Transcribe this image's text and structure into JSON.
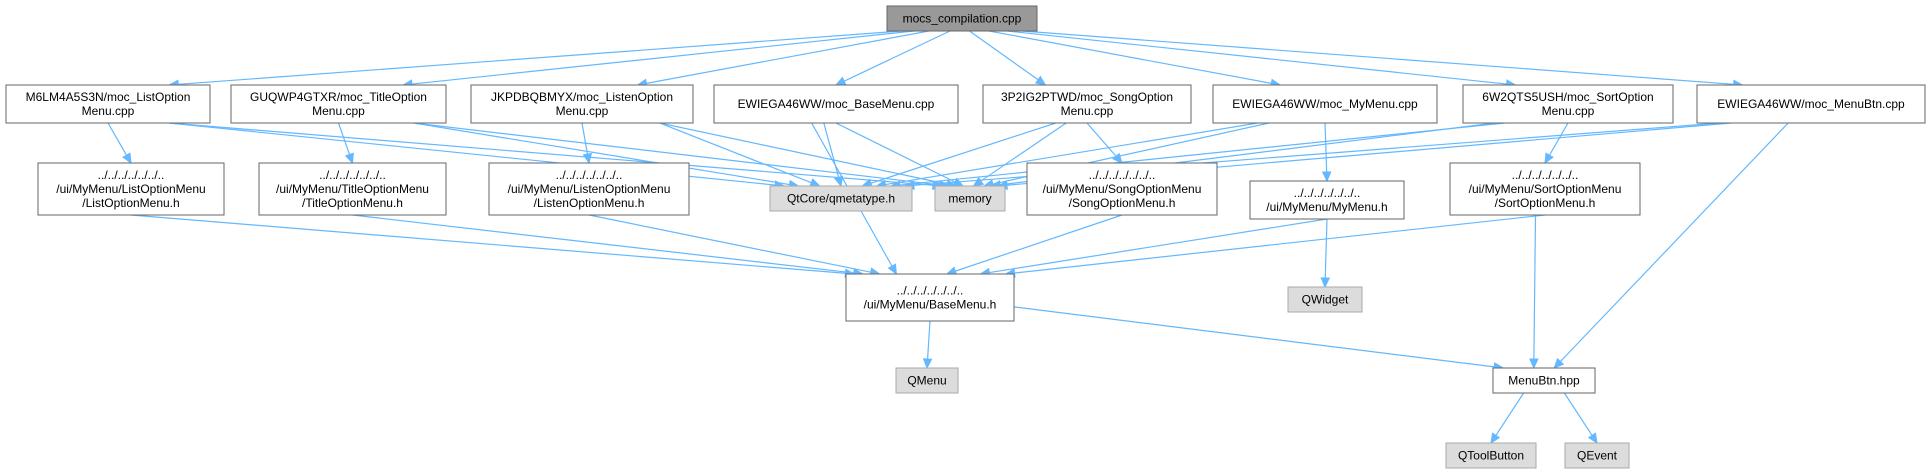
{
  "diagram": {
    "colors": {
      "edge": "#63b8ff",
      "root_fill": "#999999",
      "file_fill": "#ffffff",
      "system_header_fill": "#dcdcdc"
    },
    "nodes": [
      {
        "id": "root",
        "kind": "root",
        "lines": [
          "mocs_compilation.cpp"
        ]
      },
      {
        "id": "m6l",
        "kind": "file",
        "lines": [
          "M6LM4A5S3N/moc_ListOption",
          "Menu.cpp"
        ]
      },
      {
        "id": "guq",
        "kind": "file",
        "lines": [
          "GUQWP4GTXR/moc_TitleOption",
          "Menu.cpp"
        ]
      },
      {
        "id": "jkp",
        "kind": "file",
        "lines": [
          "JKPDBQBMYX/moc_ListenOption",
          "Menu.cpp"
        ]
      },
      {
        "id": "ewb",
        "kind": "file",
        "lines": [
          "EWIEGA46WW/moc_BaseMenu.cpp"
        ]
      },
      {
        "id": "p3s",
        "kind": "file",
        "lines": [
          "3P2IG2PTWD/moc_SongOption",
          "Menu.cpp"
        ]
      },
      {
        "id": "ewm",
        "kind": "file",
        "lines": [
          "EWIEGA46WW/moc_MyMenu.cpp"
        ]
      },
      {
        "id": "w6s",
        "kind": "file",
        "lines": [
          "6W2QTS5USH/moc_SortOption",
          "Menu.cpp"
        ]
      },
      {
        "id": "ewbtn",
        "kind": "file",
        "lines": [
          "EWIEGA46WW/moc_MenuBtn.cpp"
        ]
      },
      {
        "id": "listh",
        "kind": "file",
        "lines": [
          "../../../../../../..",
          "/ui/MyMenu/ListOptionMenu",
          "/ListOptionMenu.h"
        ]
      },
      {
        "id": "titleh",
        "kind": "file",
        "lines": [
          "../../../../../../..",
          "/ui/MyMenu/TitleOptionMenu",
          "/TitleOptionMenu.h"
        ]
      },
      {
        "id": "listenh",
        "kind": "file",
        "lines": [
          "../../../../../../..",
          "/ui/MyMenu/ListenOptionMenu",
          "/ListenOptionMenu.h"
        ]
      },
      {
        "id": "qmeta",
        "kind": "sys",
        "lines": [
          "QtCore/qmetatype.h"
        ]
      },
      {
        "id": "memory",
        "kind": "sys",
        "lines": [
          "memory"
        ]
      },
      {
        "id": "songh",
        "kind": "file",
        "lines": [
          "../../../../../../..",
          "/ui/MyMenu/SongOptionMenu",
          "/SongOptionMenu.h"
        ]
      },
      {
        "id": "mymenuh",
        "kind": "file",
        "lines": [
          "../../../../../../..",
          "/ui/MyMenu/MyMenu.h"
        ]
      },
      {
        "id": "sorth",
        "kind": "file",
        "lines": [
          "../../../../../../..",
          "/ui/MyMenu/SortOptionMenu",
          "/SortOptionMenu.h"
        ]
      },
      {
        "id": "basemenuh",
        "kind": "file",
        "lines": [
          "../../../../../../..",
          "/ui/MyMenu/BaseMenu.h"
        ]
      },
      {
        "id": "qwidget",
        "kind": "sys",
        "lines": [
          "QWidget"
        ]
      },
      {
        "id": "qmenu",
        "kind": "sys",
        "lines": [
          "QMenu"
        ]
      },
      {
        "id": "menubtn",
        "kind": "file",
        "lines": [
          "MenuBtn.hpp"
        ]
      },
      {
        "id": "qtoolbutton",
        "kind": "sys",
        "lines": [
          "QToolButton"
        ]
      },
      {
        "id": "qevent",
        "kind": "sys",
        "lines": [
          "QEvent"
        ]
      }
    ],
    "edges": [
      [
        "root",
        "m6l"
      ],
      [
        "root",
        "guq"
      ],
      [
        "root",
        "jkp"
      ],
      [
        "root",
        "ewb"
      ],
      [
        "root",
        "p3s"
      ],
      [
        "root",
        "ewm"
      ],
      [
        "root",
        "w6s"
      ],
      [
        "root",
        "ewbtn"
      ],
      [
        "m6l",
        "listh"
      ],
      [
        "m6l",
        "qmeta"
      ],
      [
        "m6l",
        "memory"
      ],
      [
        "guq",
        "titleh"
      ],
      [
        "guq",
        "qmeta"
      ],
      [
        "guq",
        "memory"
      ],
      [
        "jkp",
        "listenh"
      ],
      [
        "jkp",
        "qmeta"
      ],
      [
        "jkp",
        "memory"
      ],
      [
        "ewb",
        "basemenuh"
      ],
      [
        "ewb",
        "qmeta"
      ],
      [
        "ewb",
        "memory"
      ],
      [
        "p3s",
        "songh"
      ],
      [
        "p3s",
        "qmeta"
      ],
      [
        "p3s",
        "memory"
      ],
      [
        "ewm",
        "mymenuh"
      ],
      [
        "ewm",
        "qmeta"
      ],
      [
        "ewm",
        "memory"
      ],
      [
        "w6s",
        "sorth"
      ],
      [
        "w6s",
        "qmeta"
      ],
      [
        "w6s",
        "memory"
      ],
      [
        "ewbtn",
        "menubtn"
      ],
      [
        "ewbtn",
        "qmeta"
      ],
      [
        "ewbtn",
        "memory"
      ],
      [
        "listh",
        "basemenuh"
      ],
      [
        "titleh",
        "basemenuh"
      ],
      [
        "listenh",
        "basemenuh"
      ],
      [
        "songh",
        "basemenuh"
      ],
      [
        "mymenuh",
        "basemenuh"
      ],
      [
        "mymenuh",
        "qwidget"
      ],
      [
        "sorth",
        "basemenuh"
      ],
      [
        "sorth",
        "menubtn"
      ],
      [
        "basemenuh",
        "qmenu"
      ],
      [
        "basemenuh",
        "menubtn"
      ],
      [
        "menubtn",
        "qtoolbutton"
      ],
      [
        "menubtn",
        "qevent"
      ]
    ]
  }
}
